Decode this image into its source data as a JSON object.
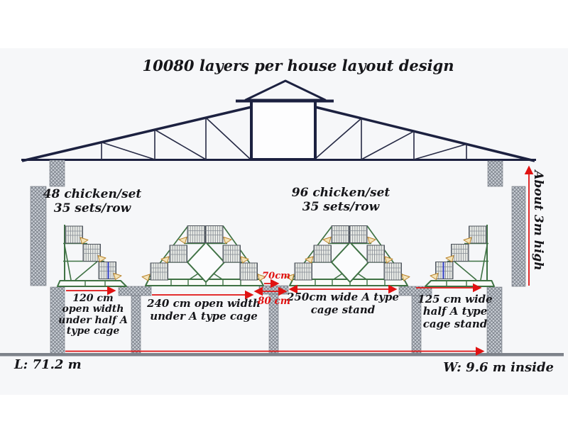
{
  "title": "10080 layers per house layout design",
  "labels": {
    "left_group": [
      "48 chicken/set",
      "35 sets/row"
    ],
    "right_group": [
      "96 chicken/set",
      "35 sets/row"
    ],
    "height_note": "About 3m high",
    "dim_120": [
      "120 cm",
      "open width",
      "under half A",
      "type cage"
    ],
    "dim_240": [
      "240 cm open width",
      "under A type cage"
    ],
    "dim_250": [
      "250cm wide A type",
      "cage stand"
    ],
    "dim_125": [
      "125 cm wide",
      "half A type",
      "cage stand"
    ],
    "dim_70": "70cm",
    "dim_80": "80 cm",
    "length": "L: 71.2 m",
    "width": "W: 9.6 m inside"
  },
  "colors": {
    "truss_navy": "#1c2140",
    "cage_frame_green": "#3f7244",
    "dimension_red": "#e01212",
    "text_black": "#16161a",
    "accent_blue": "#3a46c8",
    "floor_gray": "#7d828a",
    "panel_background": "#f6f7f9",
    "pillar_gray": "#c9ced5"
  }
}
